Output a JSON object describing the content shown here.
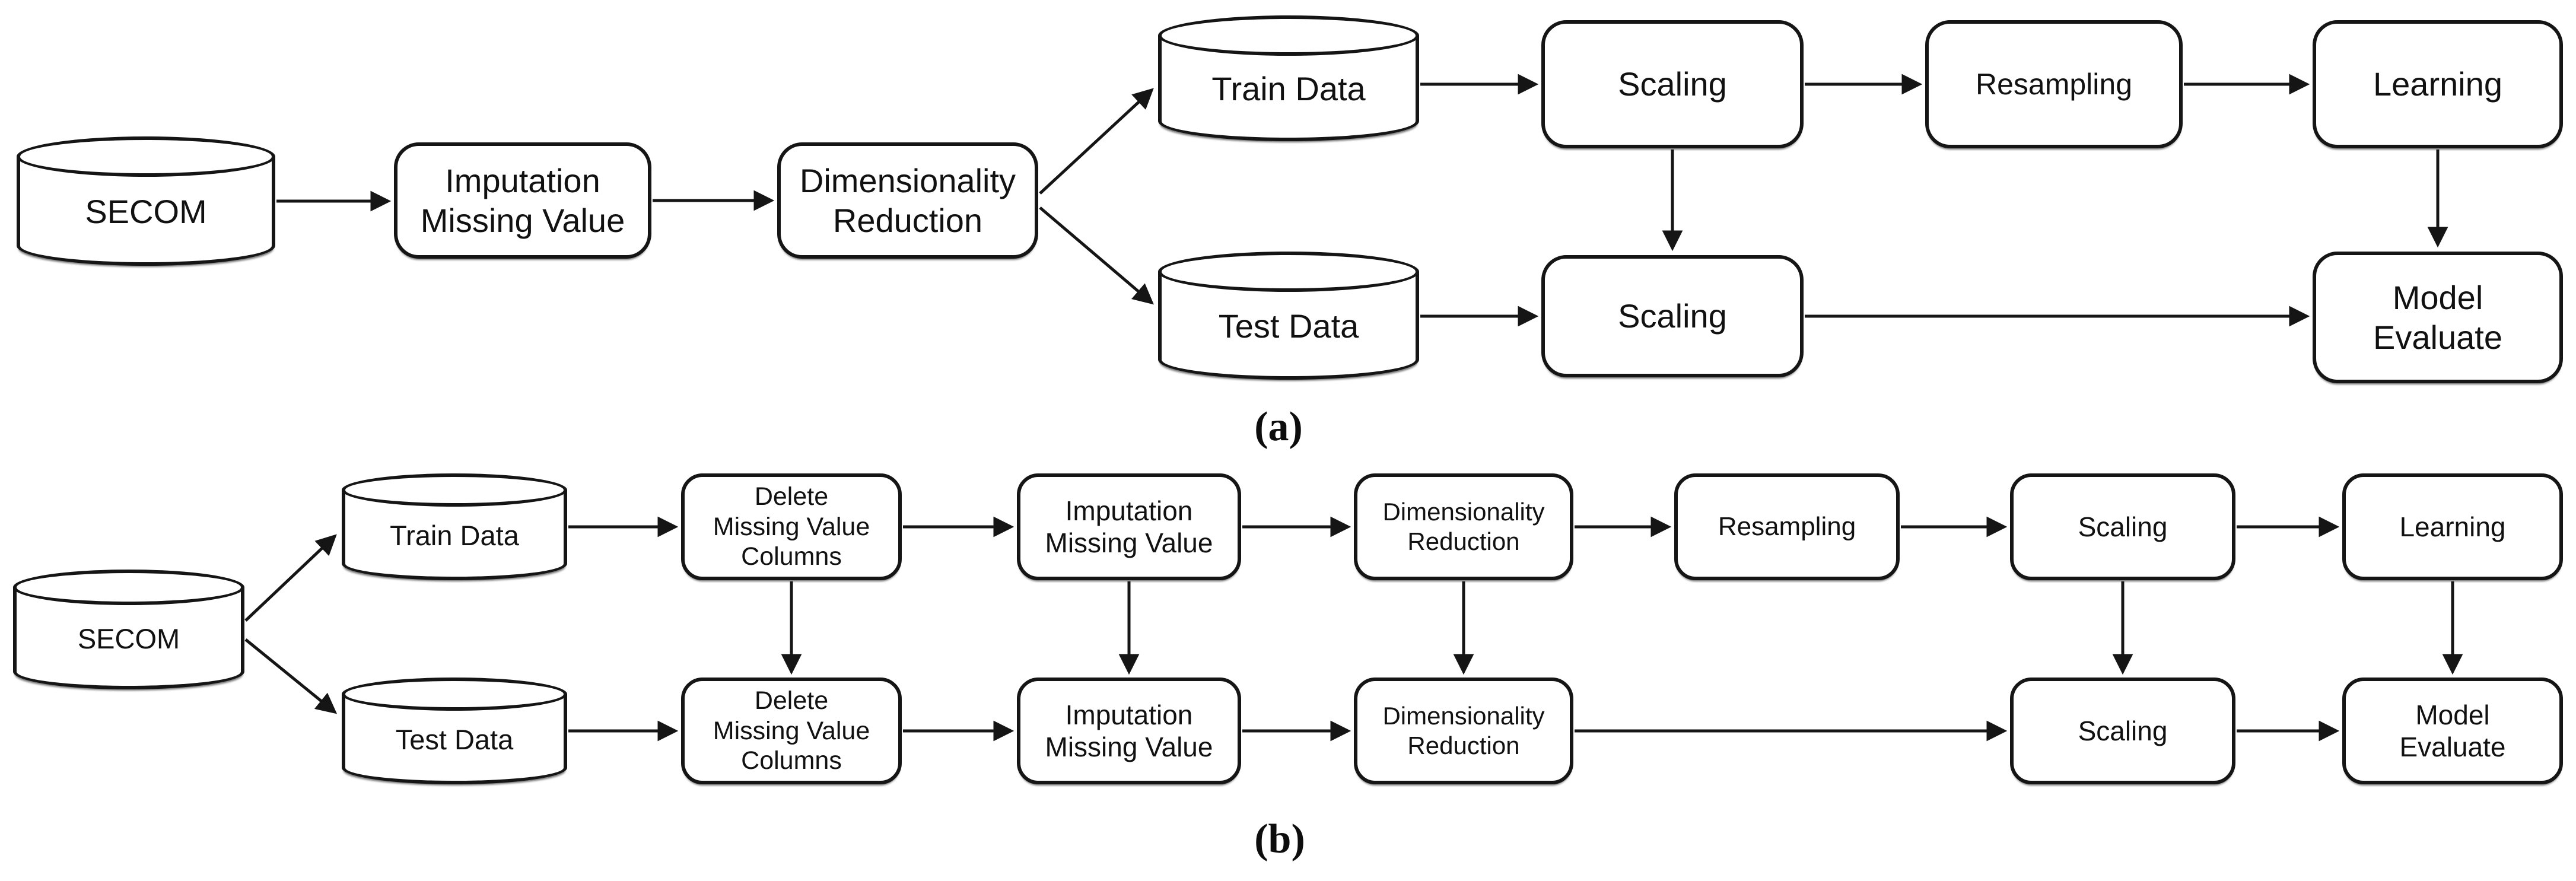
{
  "figure": {
    "background": "#ffffff",
    "ink_color": "#151515",
    "panels": {
      "a": {
        "caption": "(a)",
        "nodes": {
          "secom": "SECOM",
          "imputation": "Imputation\nMissing Value",
          "dimensionality": "Dimensionality\nReduction",
          "train_data": "Train Data",
          "test_data": "Test Data",
          "scaling_train": "Scaling",
          "resampling": "Resampling",
          "learning": "Learning",
          "scaling_test": "Scaling",
          "model_evaluate": "Model\nEvaluate"
        }
      },
      "b": {
        "caption": "(b)",
        "nodes": {
          "secom": "SECOM",
          "train_data": "Train Data",
          "test_data": "Test Data",
          "delete_missing_train": "Delete\nMissing Value\nColumns",
          "delete_missing_test": "Delete\nMissing Value\nColumns",
          "imputation_train": "Imputation\nMissing Value",
          "imputation_test": "Imputation\nMissing Value",
          "dimensionality_train": "Dimensionality\nReduction",
          "dimensionality_test": "Dimensionality\nReduction",
          "resampling": "Resampling",
          "scaling_train": "Scaling",
          "scaling_test": "Scaling",
          "learning": "Learning",
          "model_evaluate": "Model\nEvaluate"
        }
      }
    }
  }
}
